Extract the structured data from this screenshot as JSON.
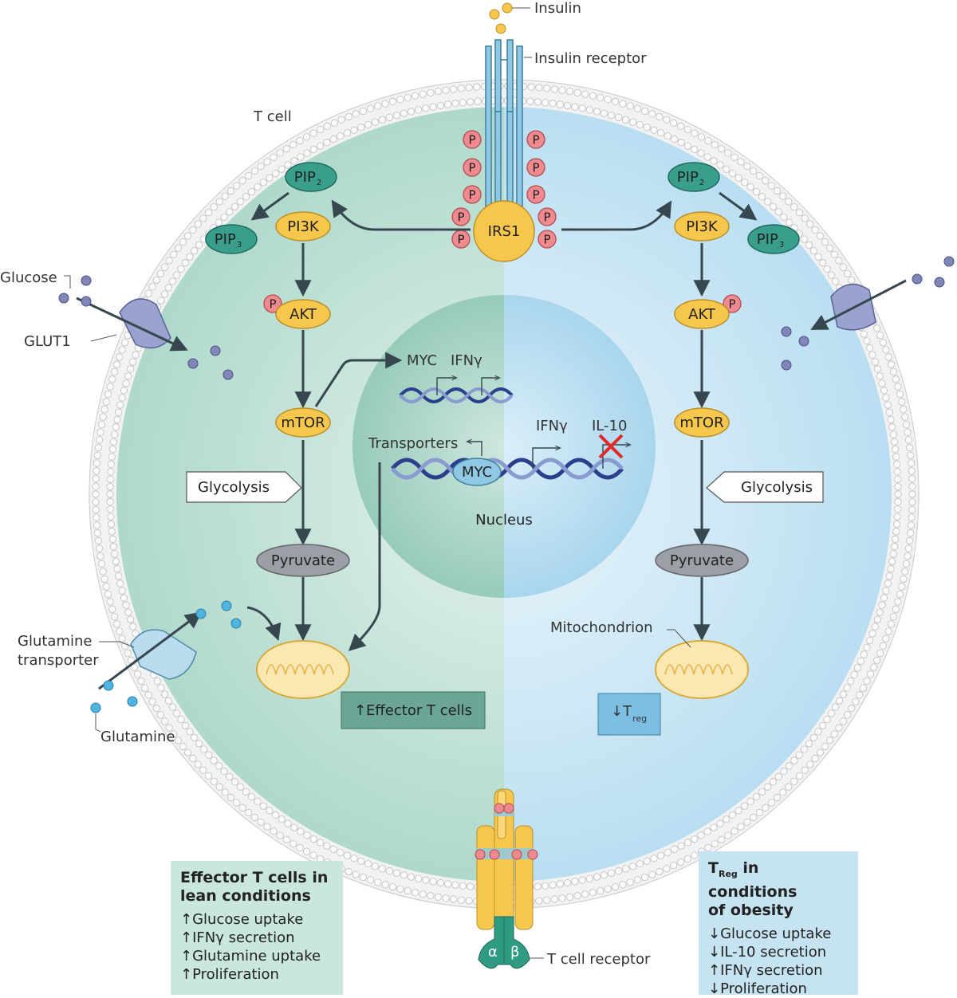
{
  "labels": {
    "insulin": "Insulin",
    "insulin_receptor": "Insulin receptor",
    "t_cell": "T cell",
    "irs1": "IRS1",
    "p": "P",
    "pip2": "PIP",
    "pip2_sub": "2",
    "pip3": "PIP",
    "pip3_sub": "3",
    "pi3k": "PI3K",
    "akt": "AKT",
    "mtor": "mTOR",
    "glycolysis": "Glycolysis",
    "pyruvate": "Pyruvate",
    "glucose": "Glucose",
    "glut1": "GLUT1",
    "glutamine_transporter_1": "Glutamine",
    "glutamine_transporter_2": "transporter",
    "glutamine": "Glutamine",
    "myc": "MYC",
    "ifng": "IFNγ",
    "il10": "IL-10",
    "transporters": "Transporters",
    "nucleus": "Nucleus",
    "mitochondrion": "Mitochondrion",
    "effector_result": "↑Effector T cells",
    "treg_result": "↓T",
    "treg_sub": "reg",
    "alpha": "α",
    "beta": "β",
    "tcr": "T cell receptor"
  },
  "lean_box": {
    "title_1": "Effector T cells in",
    "title_2": "lean conditions",
    "lines": [
      "↑Glucose uptake",
      "↑IFNγ secretion",
      "↑Glutamine uptake",
      "↑Proliferation"
    ]
  },
  "obese_box": {
    "title_main": "T",
    "title_sub": "Reg",
    "title_rest": " in conditions",
    "title_2": "of obesity",
    "lines": [
      "↓Glucose uptake",
      "↓IL-10 secretion",
      "↑IFNγ secretion",
      "↓Proliferation"
    ]
  },
  "colors": {
    "left_cell": "#bfe0d6",
    "right_cell": "#cfe8f6",
    "pi3k_yellow": "#f7c64c",
    "pip_teal": "#3a9e8c",
    "phospho_pink": "#ef8a8f",
    "receptor_blue": "#8ec8e3",
    "arrow_dark": "#37474f"
  }
}
